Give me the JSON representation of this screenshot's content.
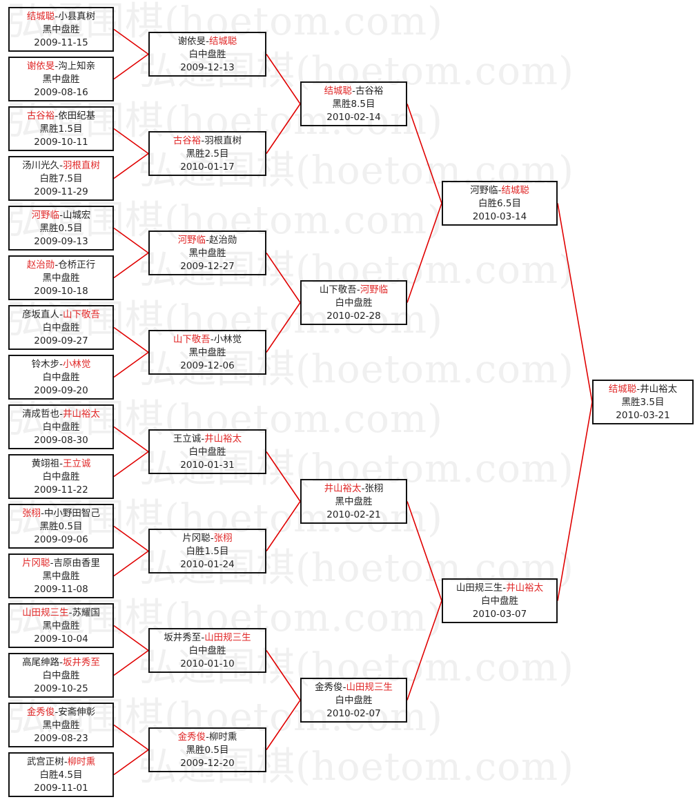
{
  "watermark": "弘通围棋(hoetom.com)",
  "colors": {
    "winner": "#e02828",
    "line": "#e00000",
    "border": "#111111",
    "text": "#222222"
  },
  "rounds": [
    [
      {
        "players": [
          "结城聪",
          "小县真树"
        ],
        "winner": 0,
        "result": "黑中盘胜",
        "date": "2009-11-15"
      },
      {
        "players": [
          "谢依旻",
          "沟上知亲"
        ],
        "winner": 0,
        "result": "黑中盘胜",
        "date": "2009-08-16"
      },
      {
        "players": [
          "古谷裕",
          "依田纪基"
        ],
        "winner": 0,
        "result": "黑胜1.5目",
        "date": "2009-10-11"
      },
      {
        "players": [
          "汤川光久",
          "羽根直树"
        ],
        "winner": 1,
        "result": "白胜7.5目",
        "date": "2009-11-29"
      },
      {
        "players": [
          "河野临",
          "山城宏"
        ],
        "winner": 0,
        "result": "黑胜0.5目",
        "date": "2009-09-13"
      },
      {
        "players": [
          "赵治勋",
          "仓桥正行"
        ],
        "winner": 0,
        "result": "黑中盘胜",
        "date": "2009-10-18"
      },
      {
        "players": [
          "彦坂直人",
          "山下敬吾"
        ],
        "winner": 1,
        "result": "白中盘胜",
        "date": "2009-09-27"
      },
      {
        "players": [
          "铃木步",
          "小林觉"
        ],
        "winner": 1,
        "result": "白中盘胜",
        "date": "2009-09-20"
      },
      {
        "players": [
          "清成哲也",
          "井山裕太"
        ],
        "winner": 1,
        "result": "白中盘胜",
        "date": "2009-08-30"
      },
      {
        "players": [
          "黄翊祖",
          "王立诚"
        ],
        "winner": 1,
        "result": "白中盘胜",
        "date": "2009-11-22"
      },
      {
        "players": [
          "张栩",
          "中小野田智己"
        ],
        "winner": 0,
        "result": "黑胜0.5目",
        "date": "2009-09-06"
      },
      {
        "players": [
          "片冈聪",
          "吉原由香里"
        ],
        "winner": 0,
        "result": "黑中盘胜",
        "date": "2009-11-08"
      },
      {
        "players": [
          "山田规三生",
          "苏耀国"
        ],
        "winner": 0,
        "result": "黑中盘胜",
        "date": "2009-10-04"
      },
      {
        "players": [
          "高尾绅路",
          "坂井秀至"
        ],
        "winner": 1,
        "result": "白中盘胜",
        "date": "2009-10-25"
      },
      {
        "players": [
          "金秀俊",
          "安斋伸彰"
        ],
        "winner": 0,
        "result": "黑中盘胜",
        "date": "2009-08-23"
      },
      {
        "players": [
          "武宫正树",
          "柳时熏"
        ],
        "winner": 1,
        "result": "白胜4.5目",
        "date": "2009-11-01"
      }
    ],
    [
      {
        "players": [
          "谢依旻",
          "结城聪"
        ],
        "winner": 1,
        "result": "白中盘胜",
        "date": "2009-12-13"
      },
      {
        "players": [
          "古谷裕",
          "羽根直树"
        ],
        "winner": 0,
        "result": "黑胜2.5目",
        "date": "2010-01-17"
      },
      {
        "players": [
          "河野临",
          "赵治勋"
        ],
        "winner": 0,
        "result": "黑中盘胜",
        "date": "2009-12-27"
      },
      {
        "players": [
          "山下敬吾",
          "小林觉"
        ],
        "winner": 0,
        "result": "黑中盘胜",
        "date": "2009-12-06"
      },
      {
        "players": [
          "王立诚",
          "井山裕太"
        ],
        "winner": 1,
        "result": "白中盘胜",
        "date": "2010-01-31"
      },
      {
        "players": [
          "片冈聪",
          "张栩"
        ],
        "winner": 1,
        "result": "白胜1.5目",
        "date": "2010-01-24"
      },
      {
        "players": [
          "坂井秀至",
          "山田规三生"
        ],
        "winner": 1,
        "result": "白中盘胜",
        "date": "2010-01-10"
      },
      {
        "players": [
          "金秀俊",
          "柳时熏"
        ],
        "winner": 0,
        "result": "黑胜0.5目",
        "date": "2009-12-20"
      }
    ],
    [
      {
        "players": [
          "结城聪",
          "古谷裕"
        ],
        "winner": 0,
        "result": "黑胜8.5目",
        "date": "2010-02-14"
      },
      {
        "players": [
          "山下敬吾",
          "河野临"
        ],
        "winner": 1,
        "result": "白中盘胜",
        "date": "2010-02-28"
      },
      {
        "players": [
          "井山裕太",
          "张栩"
        ],
        "winner": 0,
        "result": "黑中盘胜",
        "date": "2010-02-21"
      },
      {
        "players": [
          "金秀俊",
          "山田规三生"
        ],
        "winner": 1,
        "result": "白中盘胜",
        "date": "2010-02-07"
      }
    ],
    [
      {
        "players": [
          "河野临",
          "结城聪"
        ],
        "winner": 1,
        "result": "白胜6.5目",
        "date": "2010-03-14"
      },
      {
        "players": [
          "山田规三生",
          "井山裕太"
        ],
        "winner": 1,
        "result": "白中盘胜",
        "date": "2010-03-07"
      }
    ],
    [
      {
        "players": [
          "结城聪",
          "井山裕太"
        ],
        "winner": 0,
        "result": "黑胜3.5目",
        "date": "2010-03-21"
      }
    ]
  ]
}
